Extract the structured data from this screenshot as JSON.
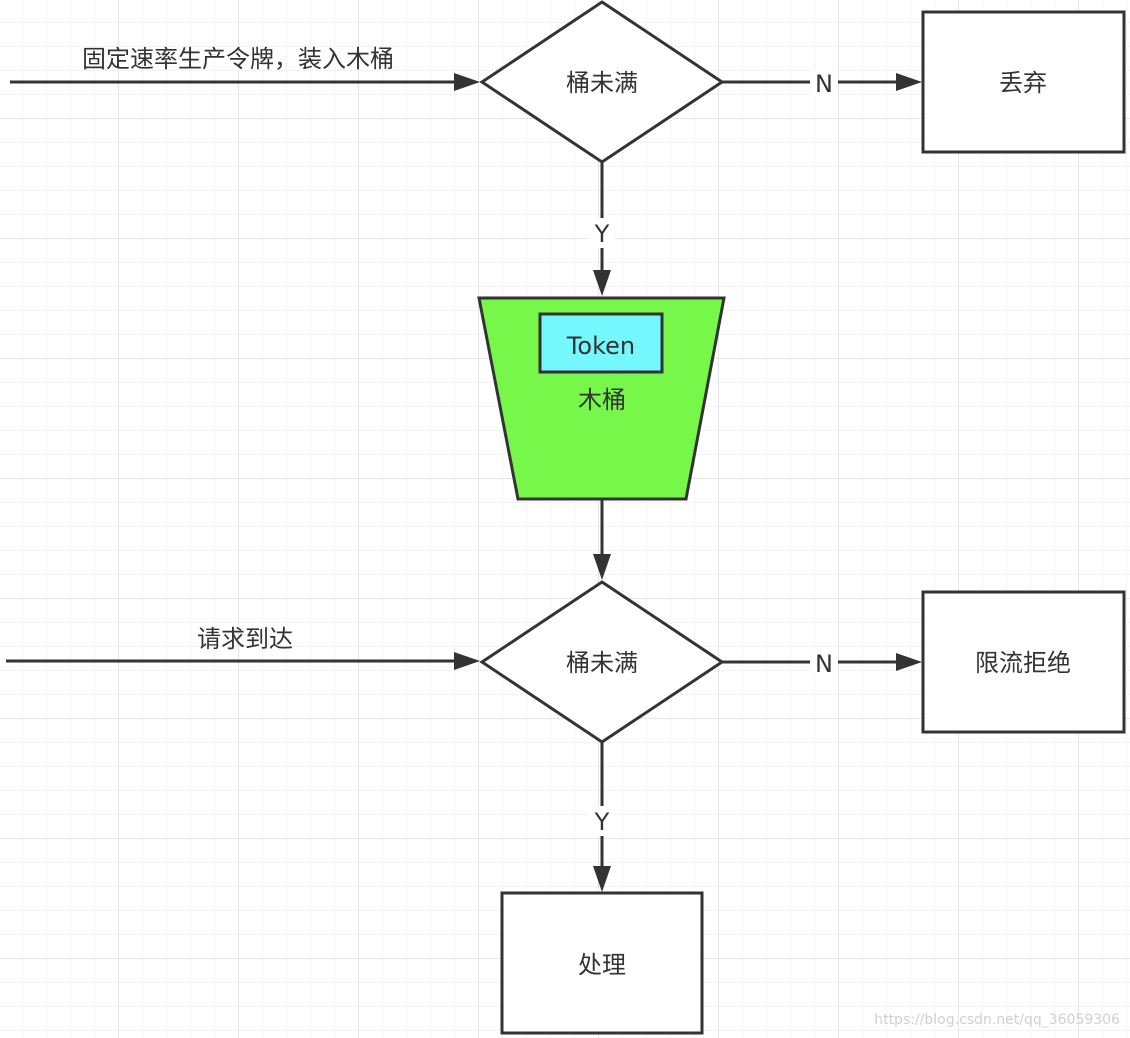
{
  "nodes": {
    "decision_top": "桶未满",
    "discard": "丢弃",
    "bucket": "木桶",
    "token": "Token",
    "decision_bottom": "桶未满",
    "reject": "限流拒绝",
    "process": "处理"
  },
  "edges": {
    "produce_tokens": "固定速率生产令牌，装入木桶",
    "top_no": "N",
    "top_yes": "Y",
    "request_arrive": "请求到达",
    "bottom_no": "N",
    "bottom_yes": "Y"
  },
  "watermark": "https://blog.csdn.net/qq_36059306",
  "colors": {
    "bucket_fill": "#77f74a",
    "token_fill": "#74f7fd",
    "stroke": "#333333"
  }
}
